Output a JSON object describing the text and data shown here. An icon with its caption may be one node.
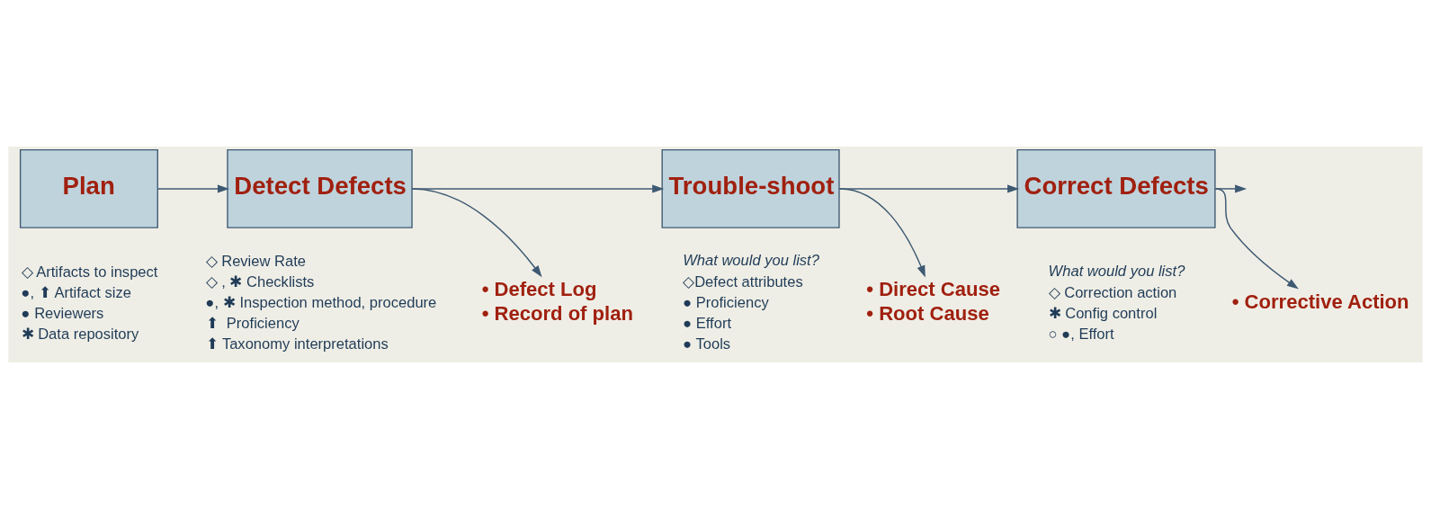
{
  "diagram": {
    "nodes": [
      {
        "text": [
          "Plan"
        ],
        "beside": [
          "◇ Artifacts to inspect",
          "●, ⬆ Artifact size",
          "● Reviewers",
          "✱ Data repository"
        ]
      },
      {
        "text": [
          "Detect Defects"
        ],
        "beside": [
          "◇ Review Rate",
          "◇ , ✱ Checklists",
          "●, ✱ Inspection method, procedure",
          "⬆  Proficiency",
          "⬆ Taxonomy interpretations"
        ]
      },
      {
        "text": [
          "Trouble-shoot"
        ],
        "beside": [
          "What would you list?",
          "◇Defect attributes",
          "● Proficiency",
          "● Effort",
          "● Tools"
        ]
      },
      {
        "text": [
          "Correct Defects"
        ],
        "beside": [
          "What would you list?",
          "◇ Correction action",
          "✱ Config control",
          "○ ●, Effort"
        ]
      },
      {
        "text": [
          "• Defect Log",
          "• Record of plan"
        ]
      },
      {
        "text": [
          "• Direct Cause",
          "• Root Cause"
        ]
      },
      {
        "text": [
          "• Corrective Action"
        ]
      }
    ],
    "edges": [
      {
        "from": 0,
        "to": 1,
        "arrow": "to"
      },
      {
        "from": 1,
        "to": 2,
        "arrow": "to"
      },
      {
        "from": 2,
        "to": 3,
        "arrow": "to"
      },
      {
        "from": 3,
        "to": null,
        "arrow": "to"
      },
      {
        "from": 1,
        "to": 4,
        "arrow": "to"
      },
      {
        "from": 2,
        "to": 5,
        "arrow": "to"
      },
      {
        "from": 3,
        "to": 6,
        "arrow": "to"
      }
    ]
  }
}
